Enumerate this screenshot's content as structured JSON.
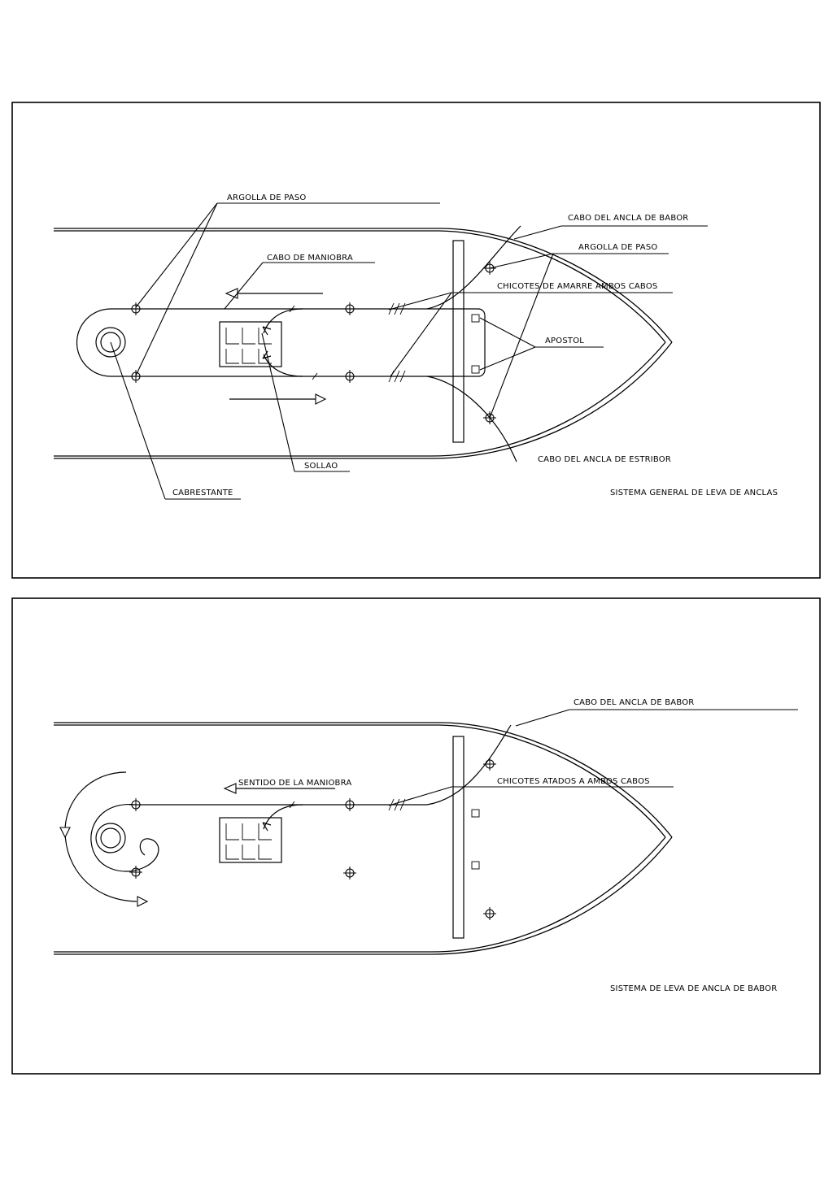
{
  "panel_top": {
    "title": "SISTEMA GENERAL DE LEVA DE ANCLAS",
    "labels": {
      "argolla_de_paso_left": "ARGOLLA DE PASO",
      "cabo_de_maniobra": "CABO DE MANIOBRA",
      "cabo_ancla_babor": "CABO DEL ANCLA DE BABOR",
      "argolla_de_paso_right": "ARGOLLA DE PASO",
      "chicotes": "CHICOTES DE AMARRE AMBOS CABOS",
      "apostol": "APOSTOL",
      "cabo_ancla_estribor": "CABO DEL ANCLA DE ESTRIBOR",
      "sollao": "SOLLAO",
      "cabrestante": "CABRESTANTE"
    }
  },
  "panel_bottom": {
    "title": "SISTEMA DE LEVA DE ANCLA DE BABOR",
    "labels": {
      "cabo_ancla_babor": "CABO DEL ANCLA DE BABOR",
      "sentido_maniobra": "SENTIDO DE LA MANIOBRA",
      "chicotes": "CHICOTES ATADOS A AMBOS CABOS"
    }
  }
}
